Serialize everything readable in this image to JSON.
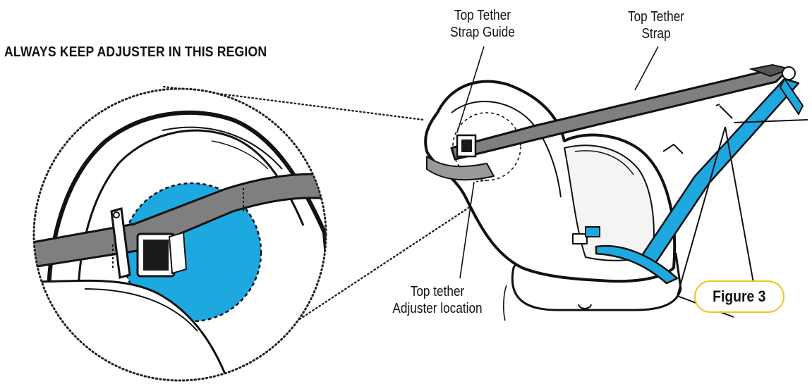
{
  "diagram": {
    "heading": "ALWAYS KEEP ADJUSTER IN THIS REGION",
    "labels": {
      "strap_guide": [
        "Top Tether",
        "Strap Guide"
      ],
      "tether_strap": [
        "Top Tether",
        "Strap"
      ],
      "adjuster_location": [
        "Top tether",
        "Adjuster location"
      ]
    },
    "figure_label": "Figure 3",
    "colors": {
      "strap_gray": "#7f7f7f",
      "belt_blue": "#1ea8e0",
      "badge_border": "#f0c419",
      "line": "#111111"
    }
  }
}
